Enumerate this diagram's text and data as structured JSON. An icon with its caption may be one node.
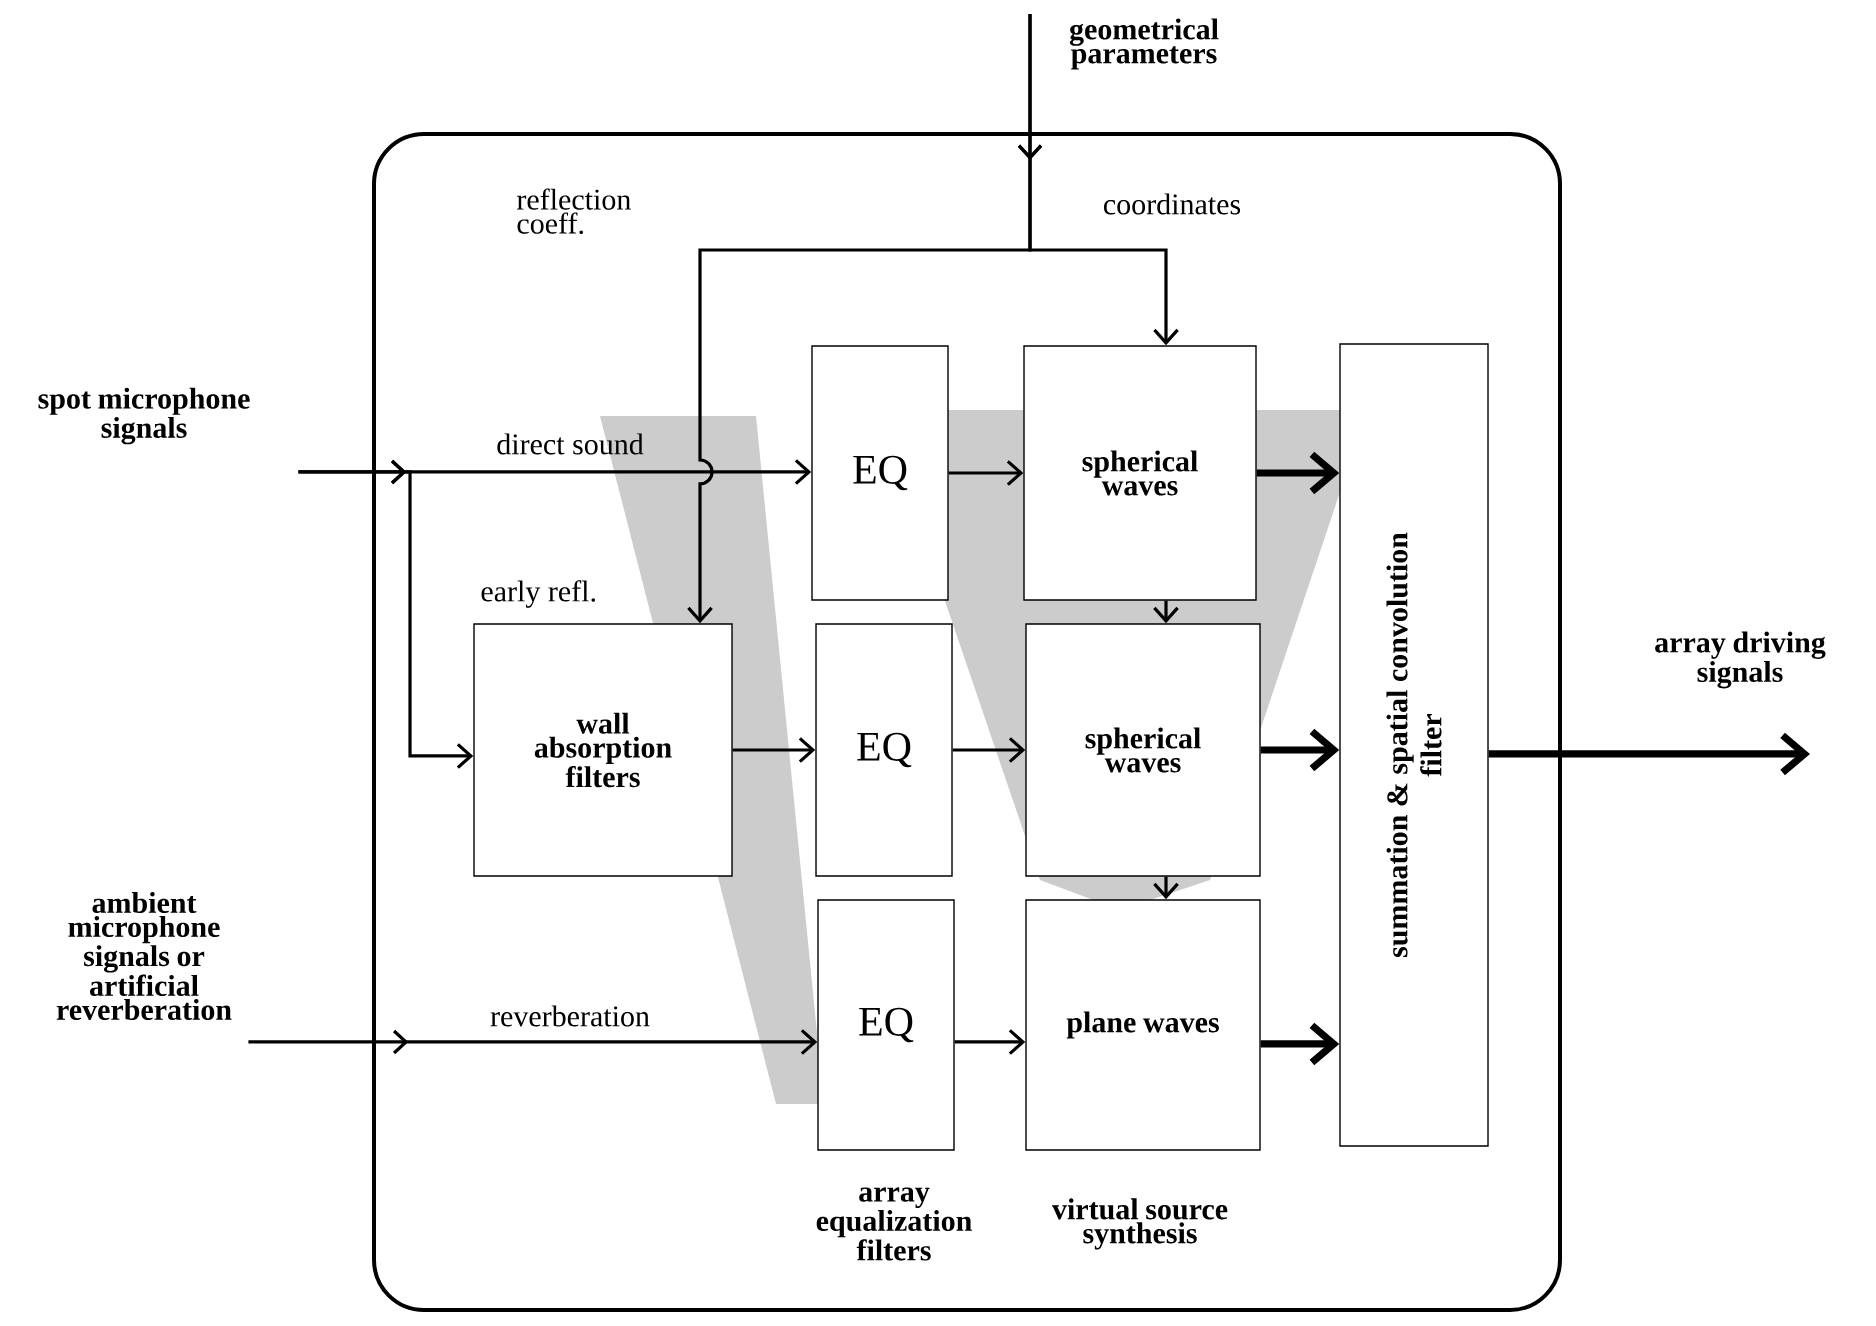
{
  "diagram": {
    "nodes": [
      {
        "text": [],
        "shape": "box"
      },
      {
        "text": [
          "spot microphone signals"
        ]
      },
      {
        "text": [
          "ambient microphone signals or artificial reverberation"
        ]
      },
      {
        "text": [
          "geometrical parameters"
        ]
      },
      {
        "text": [
          "EQ"
        ],
        "in": 0
      },
      {
        "text": [
          "spherical waves"
        ],
        "in": 0
      },
      {
        "text": [
          "wall absorption filters"
        ],
        "in": 0
      },
      {
        "text": [
          "EQ"
        ],
        "in": 0
      },
      {
        "text": [
          "spherical waves"
        ],
        "in": 0
      },
      {
        "text": [
          "EQ"
        ],
        "in": 0,
        "beside": [
          "array equalization filters"
        ]
      },
      {
        "text": [
          "plane waves"
        ],
        "in": 0,
        "beside": [
          "virtual source synthesis"
        ]
      },
      {
        "text": [
          "summation & spatial convolution filter"
        ],
        "in": 0
      }
    ],
    "edges": [
      {
        "from": 1,
        "to": 4,
        "arrow": "to",
        "label": "direct sound"
      },
      {
        "from": 1,
        "to": 6,
        "arrow": "to",
        "label": "early refl."
      },
      {
        "from": 2,
        "to": 9,
        "arrow": "to",
        "label": "reverberation"
      },
      {
        "from": 3,
        "to": 6,
        "arrow": "to",
        "label": "reflection coeff."
      },
      {
        "from": 3,
        "to": 5,
        "arrow": "to",
        "label": "coordinates"
      },
      {
        "from": 4,
        "to": 5,
        "arrow": "to"
      },
      {
        "from": 6,
        "to": 7,
        "arrow": "to"
      },
      {
        "from": 7,
        "to": 8,
        "arrow": "to"
      },
      {
        "from": 9,
        "to": 10,
        "arrow": "to"
      },
      {
        "from": 5,
        "to": 8,
        "arrow": "to"
      },
      {
        "from": 8,
        "to": 10,
        "arrow": "to"
      },
      {
        "from": 5,
        "to": 11,
        "arrow": "to",
        "style": "thick"
      },
      {
        "from": 8,
        "to": 11,
        "arrow": "to",
        "style": "thick"
      },
      {
        "from": 10,
        "to": 11,
        "arrow": "to",
        "style": "thick"
      },
      {
        "from": 11,
        "to": null,
        "arrow": "to",
        "style": "thick",
        "label": "array driving signals"
      }
    ]
  }
}
